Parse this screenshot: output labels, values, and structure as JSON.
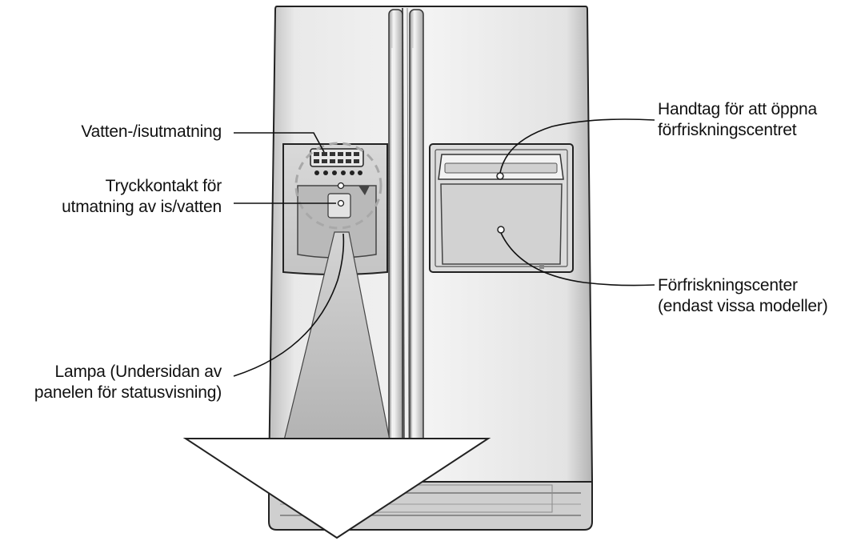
{
  "colors": {
    "background": "#ffffff",
    "outline": "#222222",
    "fridge_light": "#f1f1f1",
    "fridge_mid": "#d6d6d6",
    "fridge_dark": "#9c9c9c",
    "light_beam": "#b8b8b8",
    "dashed_circle": "#aaaaaa"
  },
  "labels": {
    "dispenser": {
      "line1": "Vatten-/isutmatning"
    },
    "switch": {
      "line1": "Tryckkontakt för",
      "line2": "utmatning av is/vatten"
    },
    "lamp": {
      "line1": "Lampa (Undersidan av",
      "line2": "panelen för statusvisning)"
    },
    "handle": {
      "line1": "Handtag för att öppna",
      "line2": "förfriskningscentret"
    },
    "center": {
      "line1": "Förfriskningscenter",
      "line2": "(endast vissa modeller)"
    }
  }
}
